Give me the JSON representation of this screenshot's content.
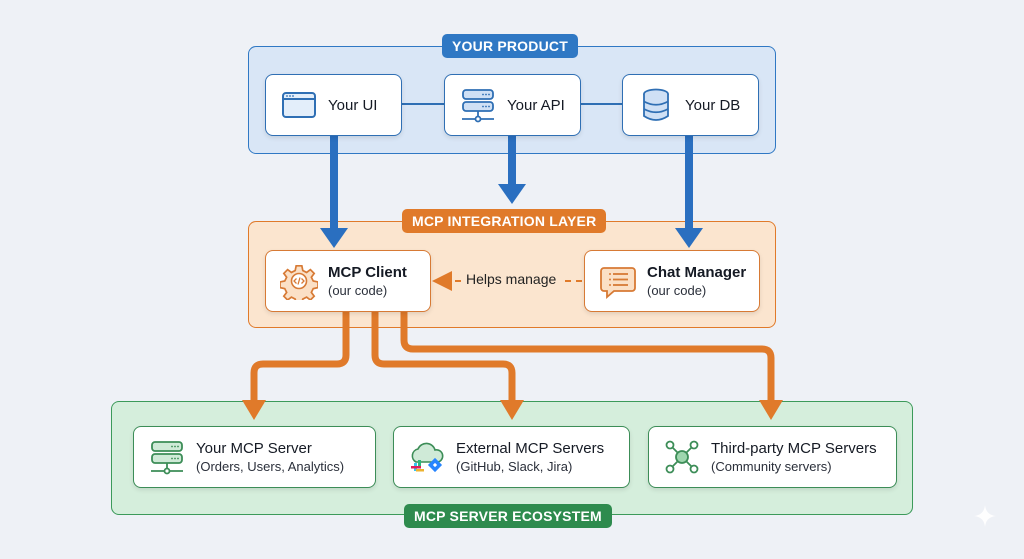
{
  "groups": {
    "product": {
      "label": "YOUR PRODUCT",
      "color": "#2f78c4"
    },
    "integration": {
      "label": "MCP INTEGRATION LAYER",
      "color": "#e07a2a"
    },
    "ecosystem": {
      "label": "MCP SERVER ECOSYSTEM",
      "color": "#2e8b4e"
    }
  },
  "product_nodes": [
    {
      "title": "Your UI",
      "icon": "browser-window-icon"
    },
    {
      "title": "Your API",
      "icon": "server-stack-icon"
    },
    {
      "title": "Your DB",
      "icon": "database-icon"
    }
  ],
  "integration_nodes": {
    "client": {
      "title": "MCP Client",
      "subtitle": "(our code)",
      "icon": "gear-code-icon"
    },
    "chat": {
      "title": "Chat Manager",
      "subtitle": "(our code)",
      "icon": "chat-bubble-list-icon"
    }
  },
  "edge_label": "Helps manage",
  "ecosystem_nodes": [
    {
      "title": "Your MCP Server",
      "subtitle": "(Orders, Users, Analytics)",
      "icon": "server-stack-icon"
    },
    {
      "title": "External MCP Servers",
      "subtitle": "(GitHub, Slack, Jira)",
      "icon": "cloud-integrations-icon"
    },
    {
      "title": "Third-party MCP Servers",
      "subtitle": "(Community servers)",
      "icon": "network-hub-icon"
    }
  ]
}
